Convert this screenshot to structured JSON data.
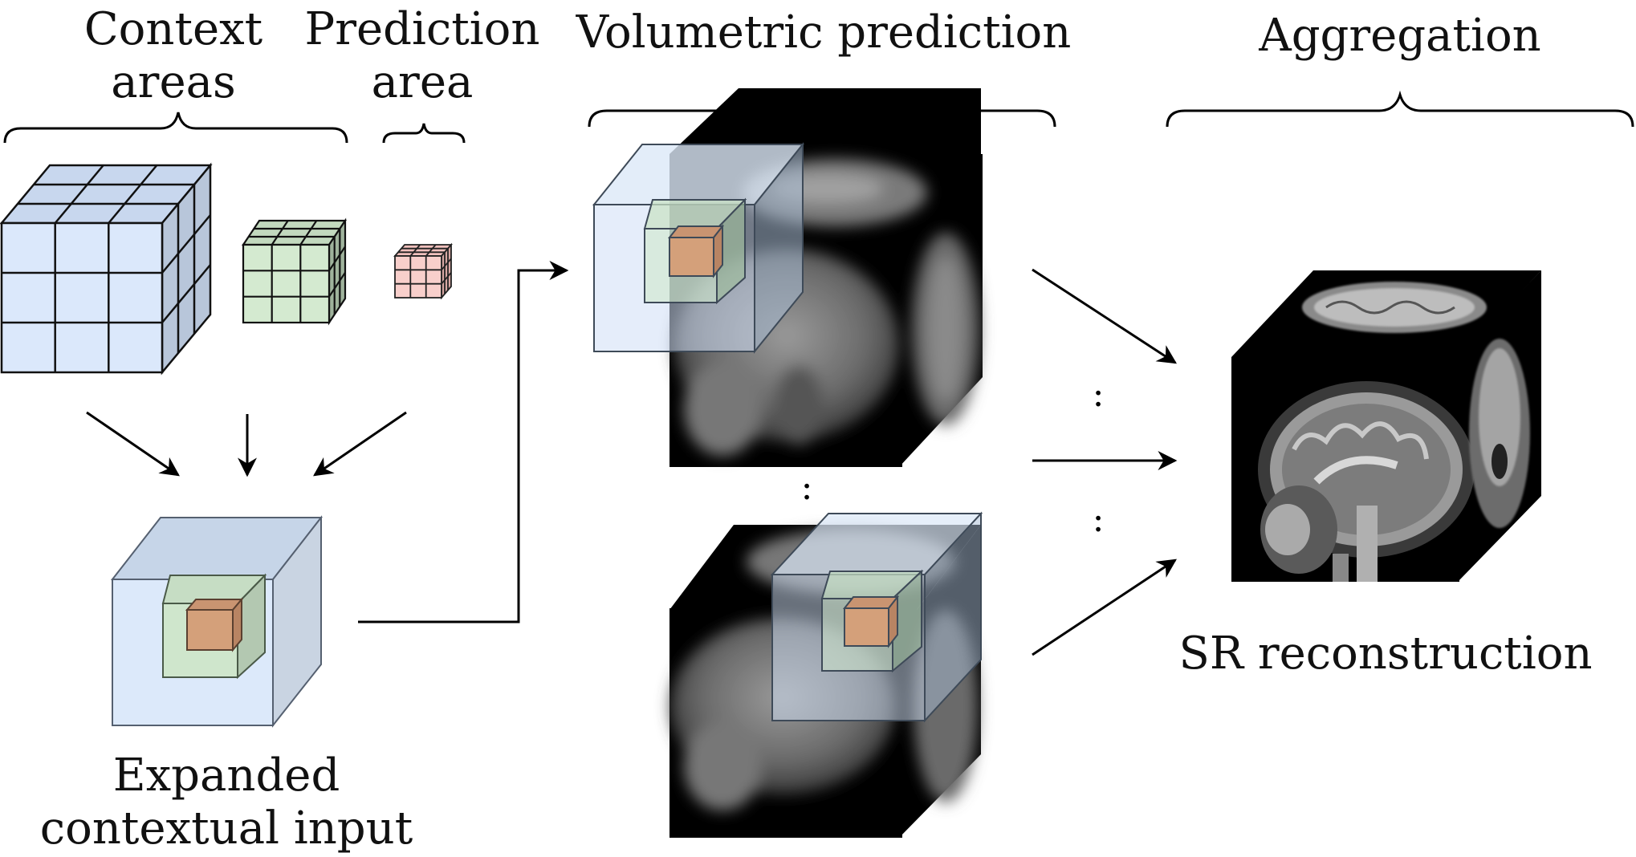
{
  "labels": {
    "context_areas": [
      "Context",
      "areas"
    ],
    "prediction_area": [
      "Prediction",
      "area"
    ],
    "volumetric_prediction": "Volumetric prediction",
    "aggregation": "Aggregation",
    "expanded_input": [
      "Expanded",
      "contextual input"
    ],
    "sr_reconstruction": "SR reconstruction"
  },
  "ellipsis": ":",
  "colors": {
    "context_blue": "#dbe8fb",
    "context_blue_side": "#b9c8dd",
    "prediction_green": "#d4ead0",
    "prediction_green_side": "#aebfab",
    "target_pink": "#f8cfcb",
    "target_orange": "#d4a07a",
    "line": "#000000",
    "mri_bg": "#000000"
  },
  "icons": {
    "mri_cube": "brain-mri-cube-icon",
    "arrow": "arrow-icon",
    "brace": "curly-brace-icon"
  }
}
